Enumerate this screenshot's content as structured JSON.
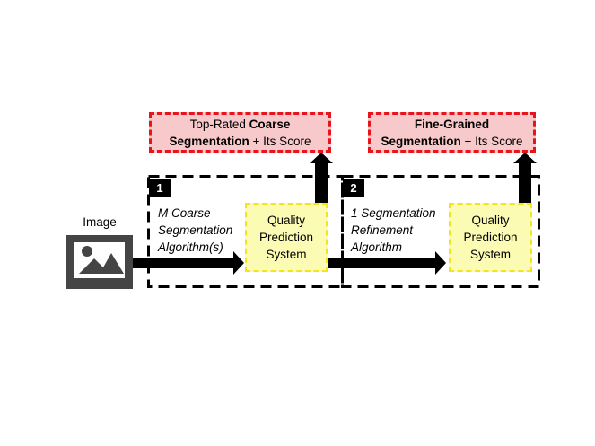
{
  "image_input": {
    "label": "Image",
    "icon": "image-icon"
  },
  "stage1": {
    "number": "1",
    "algorithm_lines": [
      "M Coarse",
      "Segmentation",
      "Algorithm(s)"
    ],
    "quality_box_lines": [
      "Quality",
      "Prediction",
      "System"
    ],
    "output_line1_plain": "Top-Rated ",
    "output_line1_bold": "Coarse",
    "output_line2_bold": "Segmentation",
    "output_line2_plain": " + Its Score"
  },
  "stage2": {
    "number": "2",
    "algorithm_lines": [
      "1 Segmentation",
      "Refinement",
      "Algorithm"
    ],
    "quality_box_lines": [
      "Quality",
      "Prediction",
      "System"
    ],
    "output_line1_bold": "Fine-Grained",
    "output_line2_bold": "Segmentation",
    "output_line2_plain": " + Its Score"
  },
  "colors": {
    "output_border": "#e8141b",
    "output_fill": "#f8c9ca",
    "quality_border": "#f2e51a",
    "quality_fill": "#fbfbb4",
    "arrow": "#000000",
    "image_icon": "#454545"
  }
}
